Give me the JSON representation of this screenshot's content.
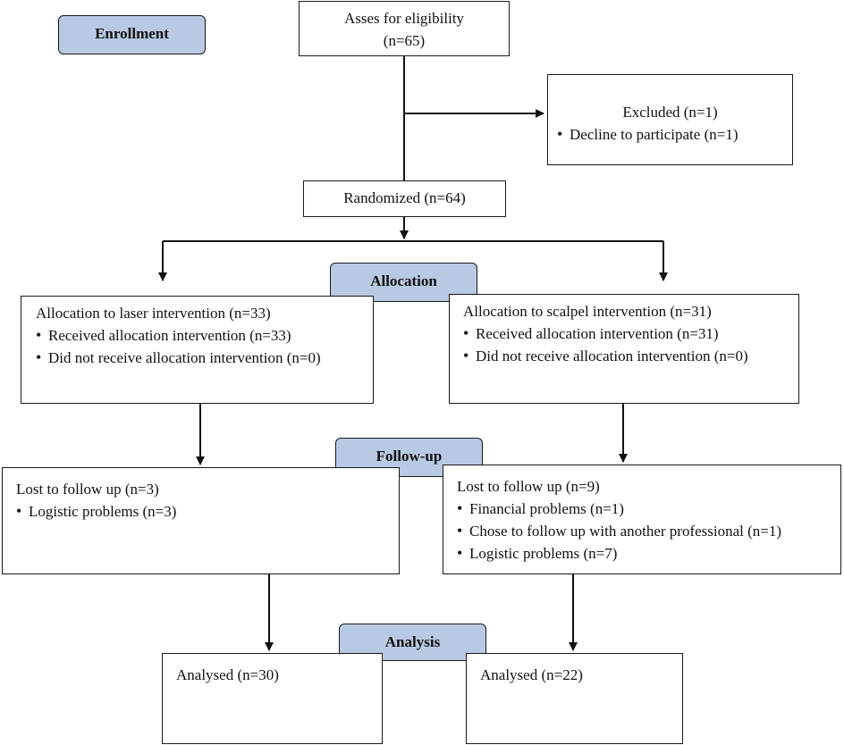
{
  "stages": {
    "enrollment": "Enrollment",
    "allocation": "Allocation",
    "followup": "Follow-up",
    "analysis": "Analysis"
  },
  "eligibility": {
    "line1": "Asses for eligibility",
    "line2": "(n=65)"
  },
  "excluded": {
    "title": "Excluded (n=1)",
    "items": [
      "Decline to participate (n=1)"
    ]
  },
  "randomized": "Randomized (n=64)",
  "allocation_laser": {
    "title": "Allocation to laser intervention (n=33)",
    "items": [
      "Received allocation intervention (n=33)",
      "Did not receive allocation intervention (n=0)"
    ]
  },
  "allocation_scalpel": {
    "title": "Allocation to scalpel intervention (n=31)",
    "items": [
      "Received allocation intervention (n=31)",
      "Did not receive allocation intervention (n=0)"
    ]
  },
  "followup_laser": {
    "title": "Lost to follow up (n=3)",
    "items": [
      "Logistic problems (n=3)"
    ]
  },
  "followup_scalpel": {
    "title": "Lost to follow up (n=9)",
    "items": [
      "Financial problems (n=1)",
      "Chose to follow up with another professional (n=1)",
      "Logistic problems (n=7)"
    ]
  },
  "analysis_laser": "Analysed (n=30)",
  "analysis_scalpel": "Analysed (n=22)"
}
